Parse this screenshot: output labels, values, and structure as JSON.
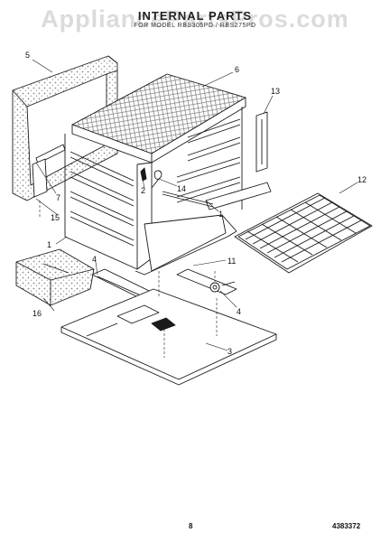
{
  "header": {
    "watermark": "AppliancePartsPros.com",
    "title": "INTERNAL PARTS",
    "subtitle": "FOR MODEL RBS305PD / RBS275PD"
  },
  "callouts": [
    "5",
    "6",
    "13",
    "7",
    "2",
    "14",
    "15",
    "1",
    "12",
    "1",
    "11",
    "4",
    "4",
    "16",
    "3"
  ],
  "footer": {
    "page_number": "8",
    "part_code": "4383372"
  },
  "colors": {
    "line": "#1a1a1a",
    "texture": "#8a8a8a",
    "watermark": "#bebebe"
  }
}
